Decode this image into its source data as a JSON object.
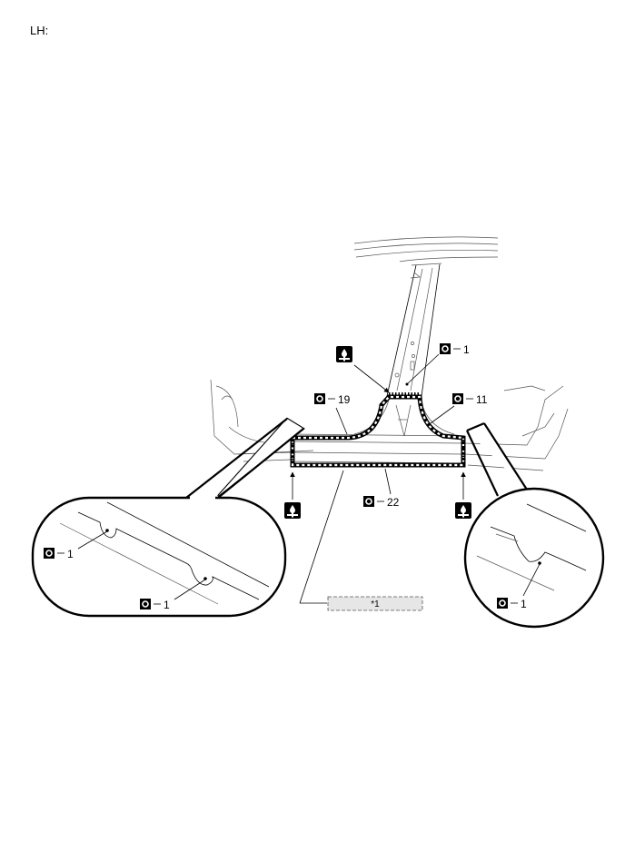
{
  "side_label": "LH:",
  "callouts": {
    "top_right_spot": "1",
    "left_seal": "19",
    "right_seal": "11",
    "bottom_seal": "22",
    "detail_left_a": "1",
    "detail_left_b": "1",
    "detail_right": "1"
  },
  "reference_box": "*1",
  "icons": {
    "spot_weld": "spot-weld-icon",
    "sealer": "sealer-icon"
  }
}
